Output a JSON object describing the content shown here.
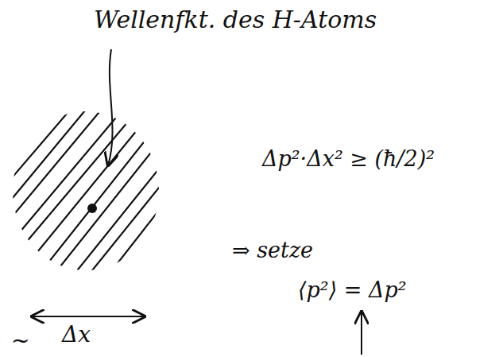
{
  "diagram": {
    "labels": [
      "Wellenfkt. des H-Atoms",
      "Δp²·Δx² ≥ (ħ/2)²",
      "⇒ setze",
      "⟨p²⟩ = Δp²",
      "~",
      "Δx"
    ]
  }
}
